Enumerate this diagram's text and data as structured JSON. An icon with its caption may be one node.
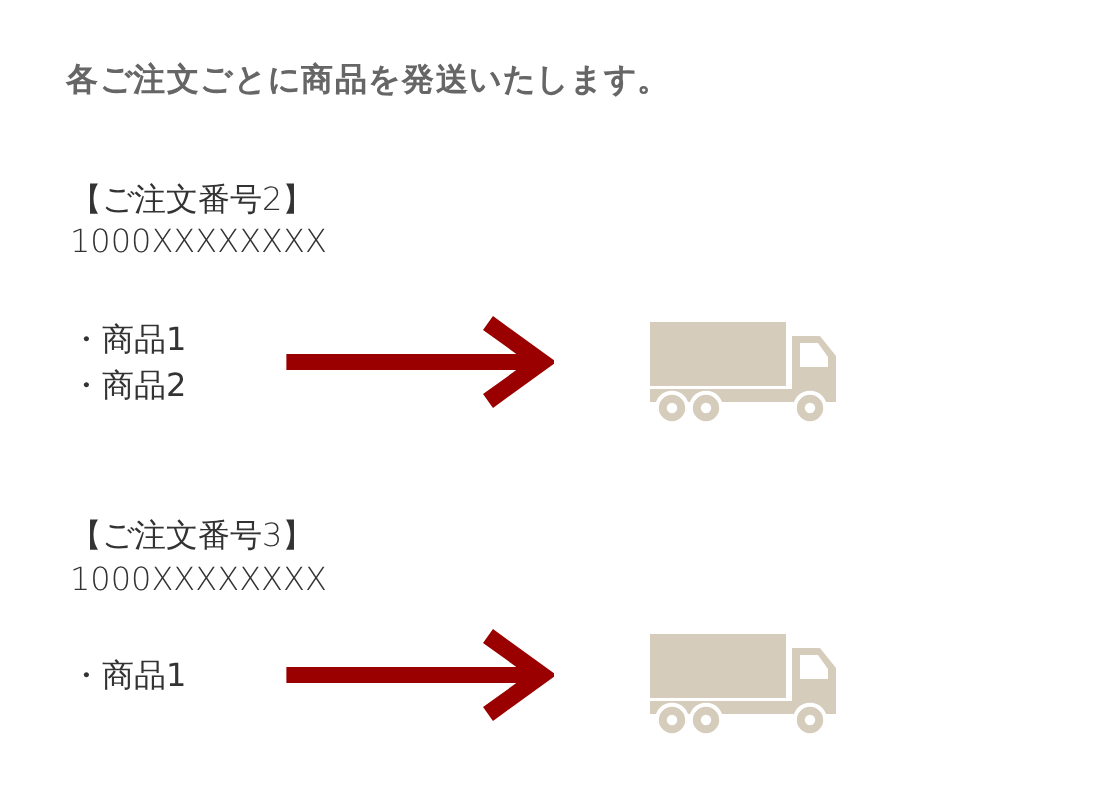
{
  "diagram": {
    "title": "各ご注文ごとに商品を発送いたします。",
    "nodes": [
      {
        "text": [
          "・商品1",
          "・商品2"
        ]
      },
      {
        "text": [],
        "shape": "truck"
      },
      {
        "text": [
          "・商品1"
        ]
      },
      {
        "text": [],
        "shape": "truck"
      }
    ],
    "edges": [
      {
        "from": 0,
        "to": 1,
        "arrow": "to"
      },
      {
        "from": 2,
        "to": 3,
        "arrow": "to"
      }
    ],
    "labels": [
      "【ご注文番号2】",
      "1000XXXXXXXX",
      "【ご注文番号3】",
      "1000XXXXXXXX"
    ]
  }
}
